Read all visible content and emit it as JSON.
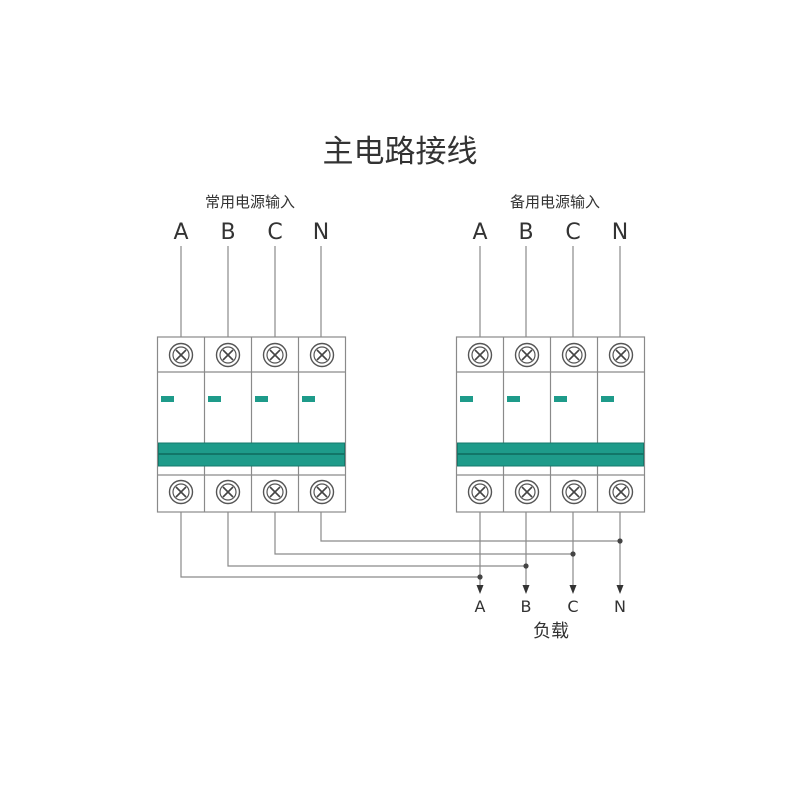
{
  "title": "主电路接线",
  "sources": [
    {
      "label": "常用电源输入",
      "phases": [
        "A",
        "B",
        "C",
        "N"
      ]
    },
    {
      "label": "备用电源输入",
      "phases": [
        "A",
        "B",
        "C",
        "N"
      ]
    }
  ],
  "outputs": [
    "A",
    "B",
    "C",
    "N"
  ],
  "load_label": "负载",
  "colors": {
    "handle": "#1e9b8a",
    "indicator": "#1e9b8a",
    "wire": "#8a8a8a",
    "text": "#333333"
  },
  "icons": {
    "terminal": "screw-terminal-icon"
  }
}
